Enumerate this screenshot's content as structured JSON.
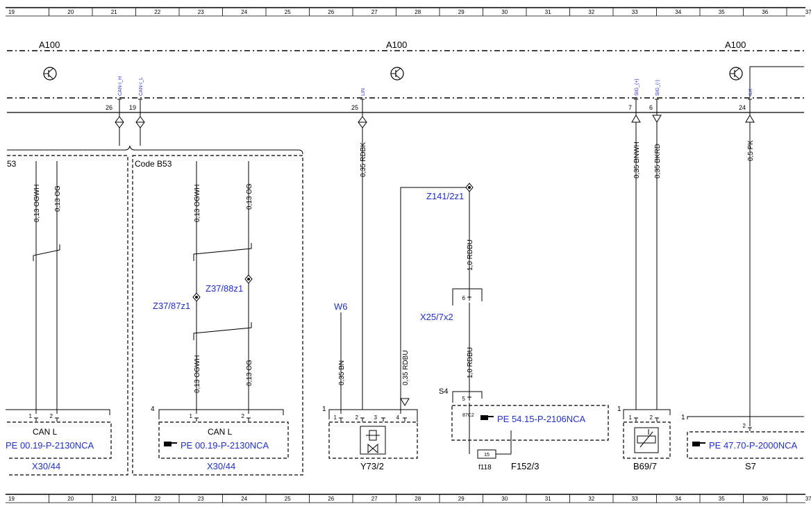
{
  "ruler": [
    "19",
    "20",
    "21",
    "22",
    "23",
    "24",
    "25",
    "26",
    "27",
    "28",
    "29",
    "30",
    "31",
    "32",
    "33",
    "34",
    "35",
    "36",
    "37"
  ],
  "modules": [
    {
      "id": "a100_1",
      "label": "A100"
    },
    {
      "id": "a100_2",
      "label": "A100"
    },
    {
      "id": "a100_3",
      "label": "A100"
    }
  ],
  "pins": [
    {
      "id": "p26",
      "signal": "CAN-I_H",
      "number": "26",
      "wire": "",
      "symbol": "diamond-double"
    },
    {
      "id": "p19",
      "signal": "CAN-I_L",
      "number": "19",
      "wire": "",
      "symbol": "diamond-double"
    },
    {
      "id": "p25",
      "signal": "LIN",
      "number": "25",
      "wire": "0,35 RDBK",
      "symbol": "diamond-double"
    },
    {
      "id": "p7",
      "signal": "SIG_(+)",
      "number": "7",
      "wire": "0,35 BNWH",
      "symbol": "triangle-up"
    },
    {
      "id": "p6",
      "signal": "SIG_(-)",
      "number": "6",
      "wire": "0,35 BKRD",
      "symbol": "triangle-down"
    },
    {
      "id": "p24",
      "signal": "ILK",
      "number": "24",
      "wire": "0,5 PK",
      "symbol": "triangle-up"
    }
  ],
  "left_box": {
    "code_label": "53",
    "wires": [
      "0,13 OGWH",
      "0,13 OG"
    ],
    "connector_label": "CAN L",
    "pin1": "1",
    "pin2": "2",
    "ref": "PE 00.19-P-2130NCA",
    "component": "X30/44"
  },
  "mid_box": {
    "code_label": "Code B53",
    "wires_top": [
      "0,13 OGWH",
      "0,13 OG"
    ],
    "wires_bottom": [
      "0,13 OGWH",
      "0,13 OG"
    ],
    "splice1": "Z37/87z1",
    "splice2": "Z37/88z1",
    "connector_number": "4",
    "connector_label": "CAN L",
    "pin1": "1",
    "pin2": "2",
    "ref": "PE 00.19-P-2130NCA",
    "component": "X30/44"
  },
  "y73": {
    "ground": "W6",
    "ground_wire": "0,35 BN",
    "rdbu_wire": "0,35 RDBU",
    "connector_number": "1",
    "pins": [
      "1",
      "2",
      "3",
      "4"
    ],
    "component": "Y73/2"
  },
  "fuse": {
    "splice": "Z141/2z1",
    "wire_top": "1,0 RDBU",
    "wire_bottom": "1,0 RDBU",
    "connector": "X25/7x2",
    "connector_pin": "6",
    "relay": "S4",
    "relay_pin": "5",
    "relay_contact": "87C2",
    "ref": "PE 54.15-P-2106NCA",
    "fuse_value": "15",
    "fuse_label": "f118",
    "fuse_box": "F152/3"
  },
  "b69": {
    "connector_number": "1",
    "pins": [
      "1",
      "2"
    ],
    "component": "B69/7"
  },
  "s7": {
    "connector_number": "1",
    "pin": "2",
    "ref": "PE 47.70-P-2000NCA",
    "component": "S7"
  }
}
